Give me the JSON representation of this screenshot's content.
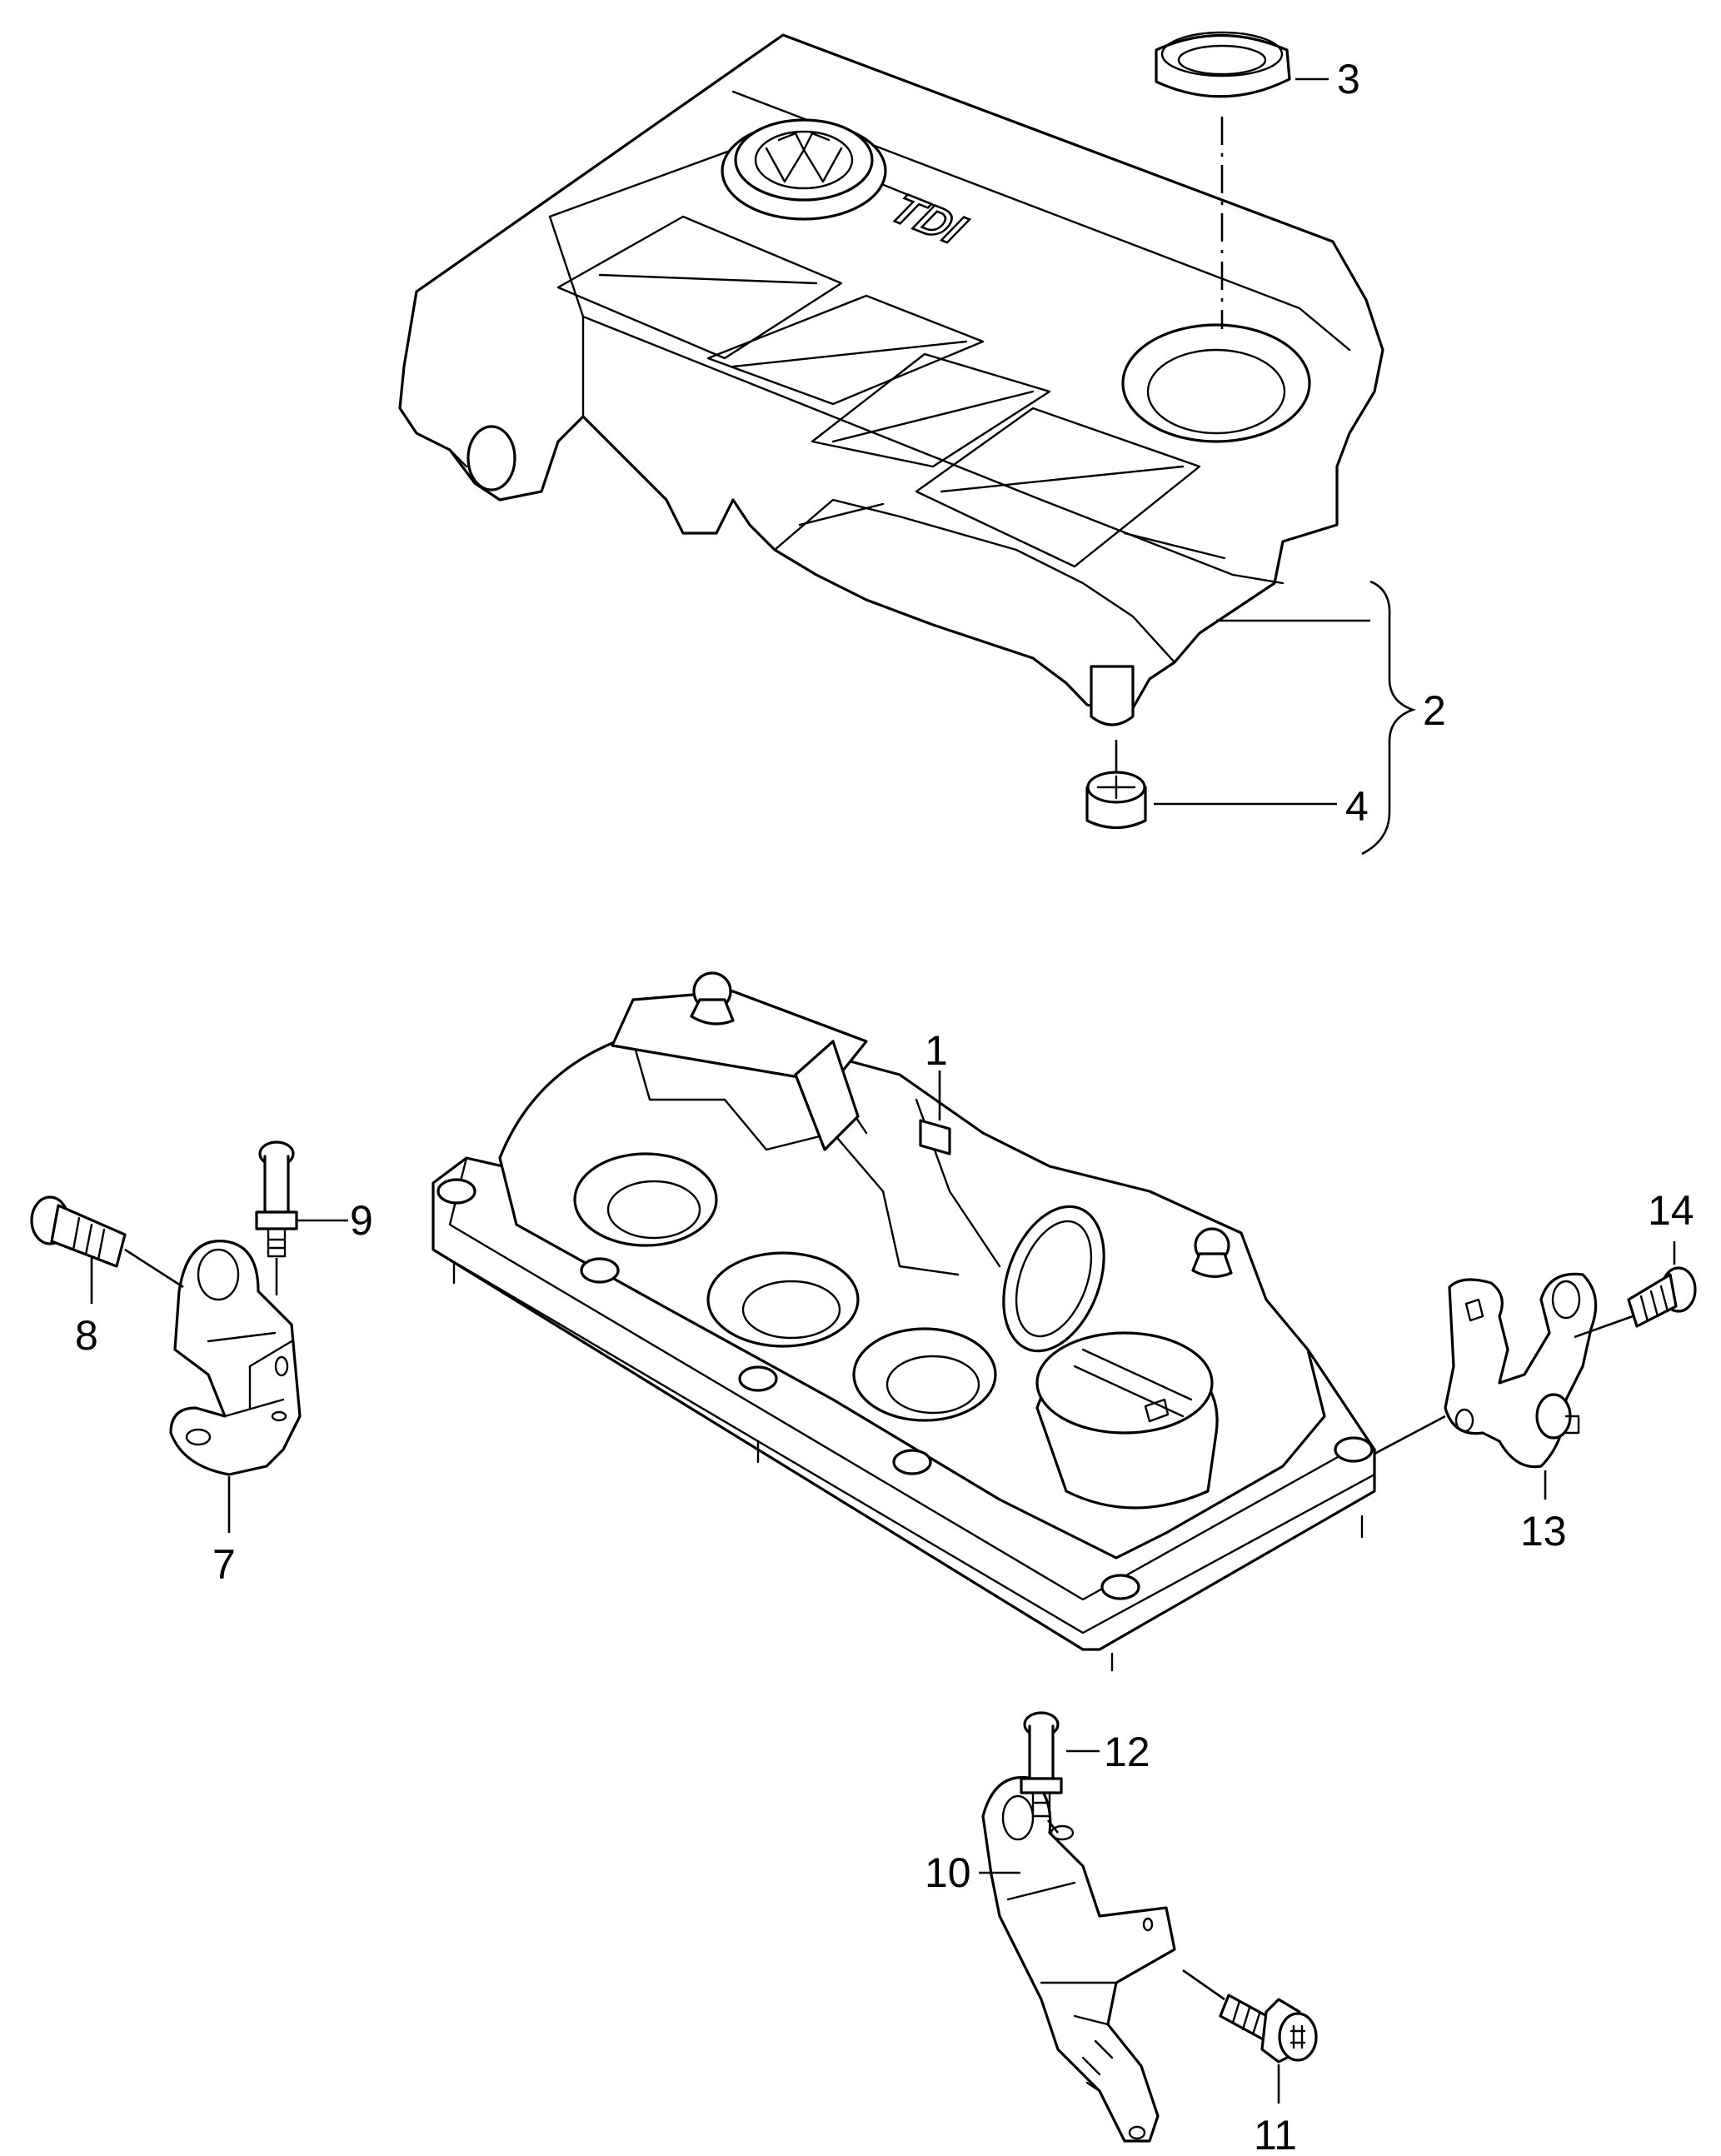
{
  "callouts": [
    {
      "id": "1",
      "label": "1"
    },
    {
      "id": "2",
      "label": "2"
    },
    {
      "id": "3",
      "label": "3"
    },
    {
      "id": "4",
      "label": "4"
    },
    {
      "id": "7",
      "label": "7"
    },
    {
      "id": "8",
      "label": "8"
    },
    {
      "id": "9",
      "label": "9"
    },
    {
      "id": "10",
      "label": "10"
    },
    {
      "id": "11",
      "label": "11"
    },
    {
      "id": "12",
      "label": "12"
    },
    {
      "id": "13",
      "label": "13"
    },
    {
      "id": "14",
      "label": "14"
    }
  ],
  "cover_marking": "TDI"
}
